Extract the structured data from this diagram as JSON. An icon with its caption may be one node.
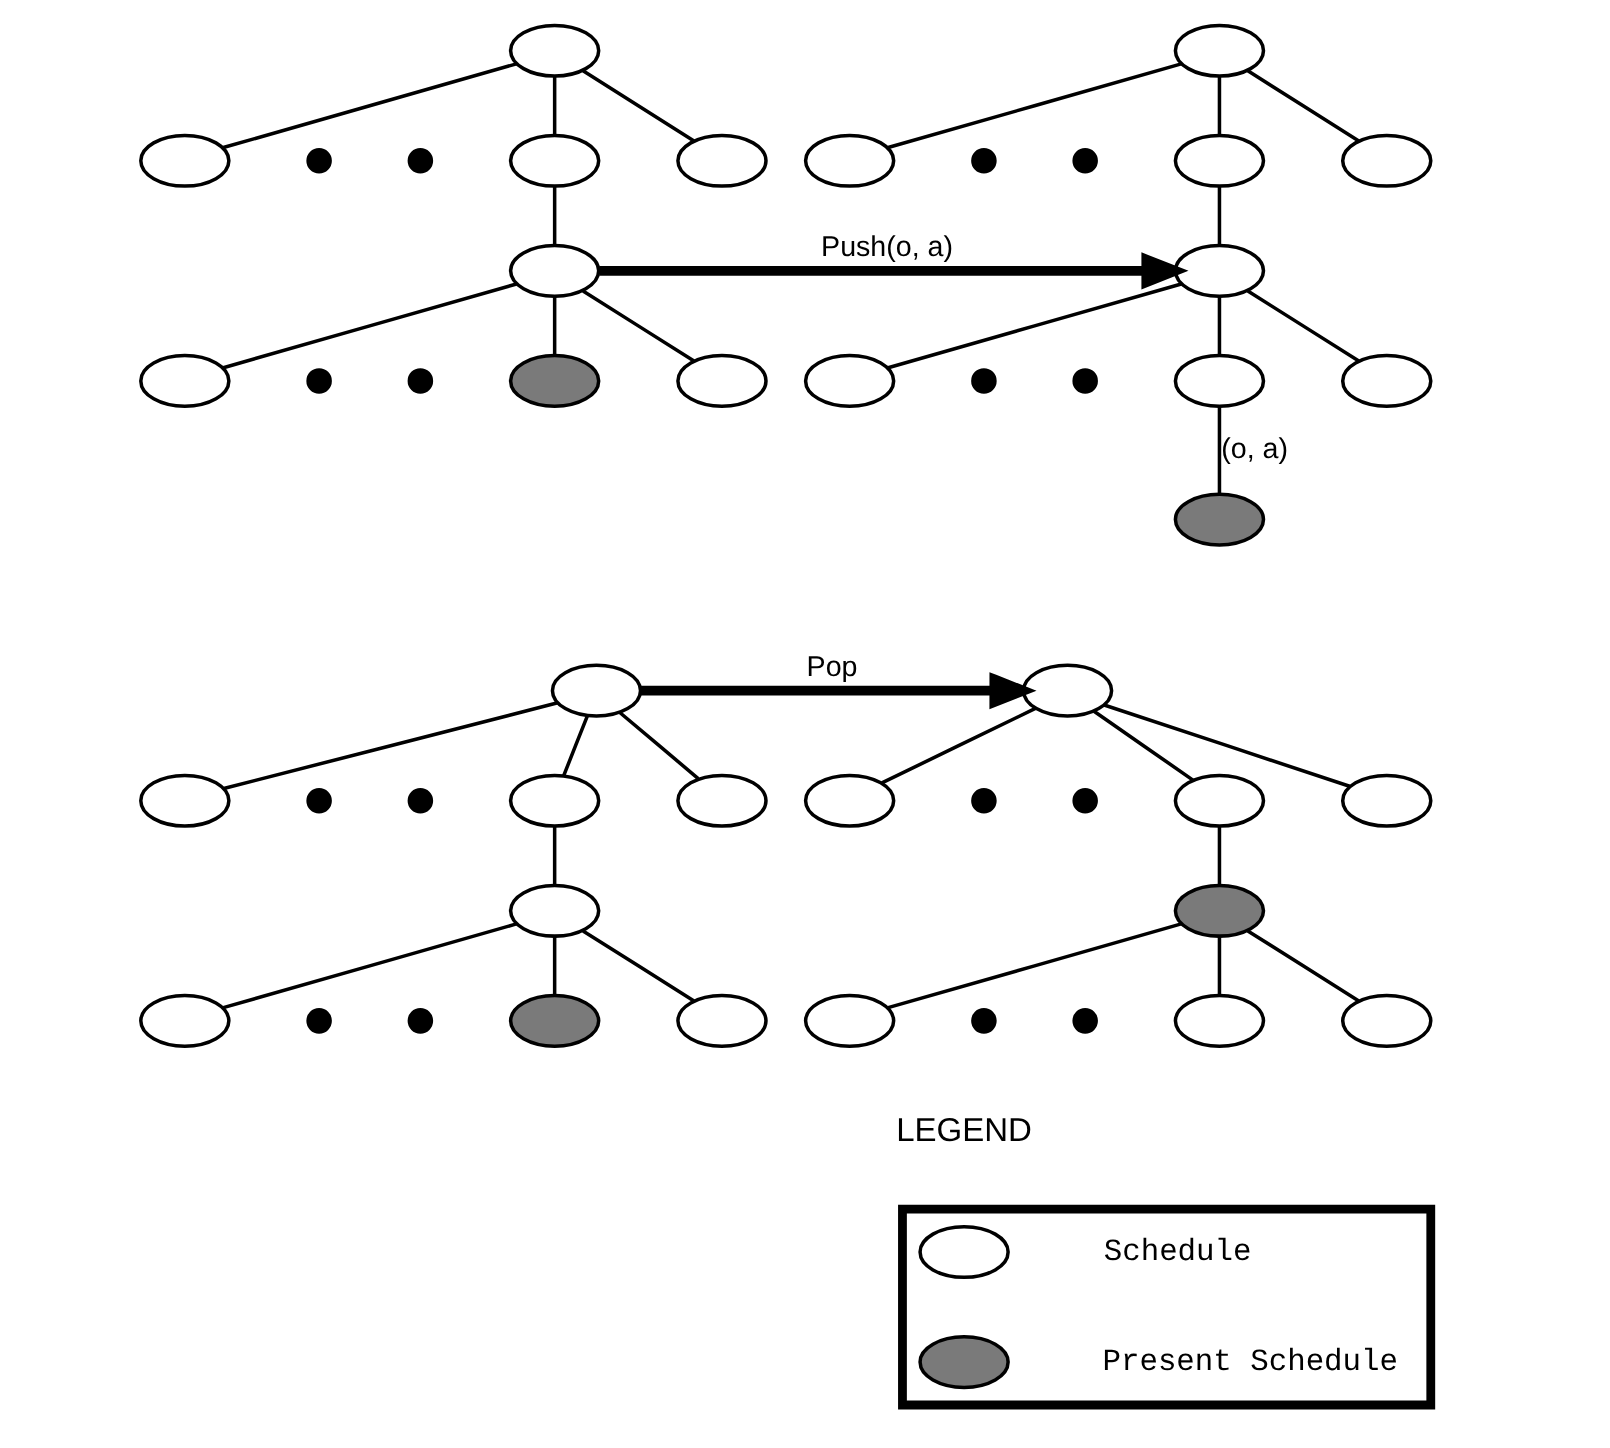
{
  "diagram": {
    "nodes": [
      {
        "text": [],
        "shape": "ellipse"
      },
      {
        "text": [],
        "shape": "ellipse"
      },
      {
        "text": [],
        "shape": "ellipse"
      },
      {
        "text": [],
        "shape": "ellipse"
      },
      {
        "text": [],
        "shape": "ellipse"
      },
      {
        "text": [],
        "shape": "ellipse"
      },
      {
        "text": [],
        "shape": "ellipse"
      },
      {
        "text": [],
        "shape": "ellipse"
      },
      {
        "text": [],
        "shape": "ellipse"
      },
      {
        "text": [],
        "shape": "ellipse"
      },
      {
        "text": [],
        "shape": "ellipse"
      },
      {
        "text": [],
        "shape": "ellipse"
      },
      {
        "text": [],
        "shape": "ellipse"
      },
      {
        "text": [],
        "shape": "ellipse"
      },
      {
        "text": [],
        "shape": "ellipse"
      },
      {
        "text": [],
        "shape": "ellipse"
      },
      {
        "text": [],
        "shape": "ellipse"
      },
      {
        "text": [],
        "shape": "ellipse"
      },
      {
        "text": [],
        "shape": "ellipse"
      },
      {
        "text": [],
        "shape": "ellipse"
      },
      {
        "text": [],
        "shape": "ellipse"
      },
      {
        "text": [],
        "shape": "ellipse"
      },
      {
        "text": [],
        "shape": "ellipse"
      },
      {
        "text": [],
        "shape": "ellipse"
      },
      {
        "text": [],
        "shape": "ellipse"
      },
      {
        "text": [],
        "shape": "ellipse"
      },
      {
        "text": [],
        "shape": "ellipse"
      },
      {
        "text": [],
        "shape": "ellipse"
      },
      {
        "text": [],
        "shape": "ellipse"
      },
      {
        "text": [],
        "shape": "ellipse"
      },
      {
        "text": [],
        "shape": "ellipse"
      },
      {
        "text": [],
        "shape": "ellipse"
      },
      {
        "text": [],
        "shape": "ellipse"
      },
      {
        "text": [],
        "shape": "box"
      },
      {
        "text": [],
        "shape": "ellipse",
        "in": 33
      },
      {
        "text": [],
        "shape": "ellipse",
        "in": 33
      }
    ],
    "edges": [
      {
        "from": 0,
        "to": 1,
        "arrow": "none"
      },
      {
        "from": 0,
        "to": 2,
        "arrow": "none"
      },
      {
        "from": 0,
        "to": 3,
        "arrow": "none"
      },
      {
        "from": 2,
        "to": 4,
        "arrow": "none"
      },
      {
        "from": 4,
        "to": 5,
        "arrow": "none"
      },
      {
        "from": 4,
        "to": 6,
        "arrow": "none"
      },
      {
        "from": 4,
        "to": 7,
        "arrow": "none"
      },
      {
        "from": 4,
        "to": 12,
        "arrow": "to",
        "label": "Push(o, a)",
        "style": "thick"
      },
      {
        "from": 8,
        "to": 9,
        "arrow": "none"
      },
      {
        "from": 8,
        "to": 10,
        "arrow": "none"
      },
      {
        "from": 8,
        "to": 11,
        "arrow": "none"
      },
      {
        "from": 10,
        "to": 12,
        "arrow": "none"
      },
      {
        "from": 12,
        "to": 13,
        "arrow": "none"
      },
      {
        "from": 12,
        "to": 14,
        "arrow": "none"
      },
      {
        "from": 12,
        "to": 15,
        "arrow": "none"
      },
      {
        "from": 14,
        "to": 16,
        "arrow": "none",
        "label": "(o, a)"
      },
      {
        "from": 17,
        "to": 18,
        "arrow": "none"
      },
      {
        "from": 17,
        "to": 19,
        "arrow": "none"
      },
      {
        "from": 17,
        "to": 20,
        "arrow": "none"
      },
      {
        "from": 19,
        "to": 21,
        "arrow": "none"
      },
      {
        "from": 21,
        "to": 22,
        "arrow": "none"
      },
      {
        "from": 21,
        "to": 23,
        "arrow": "none"
      },
      {
        "from": 21,
        "to": 24,
        "arrow": "none"
      },
      {
        "from": 17,
        "to": 25,
        "arrow": "to",
        "label": "Pop",
        "style": "thick"
      },
      {
        "from": 25,
        "to": 26,
        "arrow": "none"
      },
      {
        "from": 25,
        "to": 27,
        "arrow": "none"
      },
      {
        "from": 25,
        "to": 28,
        "arrow": "none"
      },
      {
        "from": 27,
        "to": 29,
        "arrow": "none"
      },
      {
        "from": 29,
        "to": 30,
        "arrow": "none"
      },
      {
        "from": 29,
        "to": 31,
        "arrow": "none"
      },
      {
        "from": 29,
        "to": 32,
        "arrow": "none"
      }
    ],
    "labels": [
      "LEGEND"
    ],
    "legend": [
      {
        "text": "Schedule"
      },
      {
        "text": "Present Schedule"
      }
    ]
  }
}
